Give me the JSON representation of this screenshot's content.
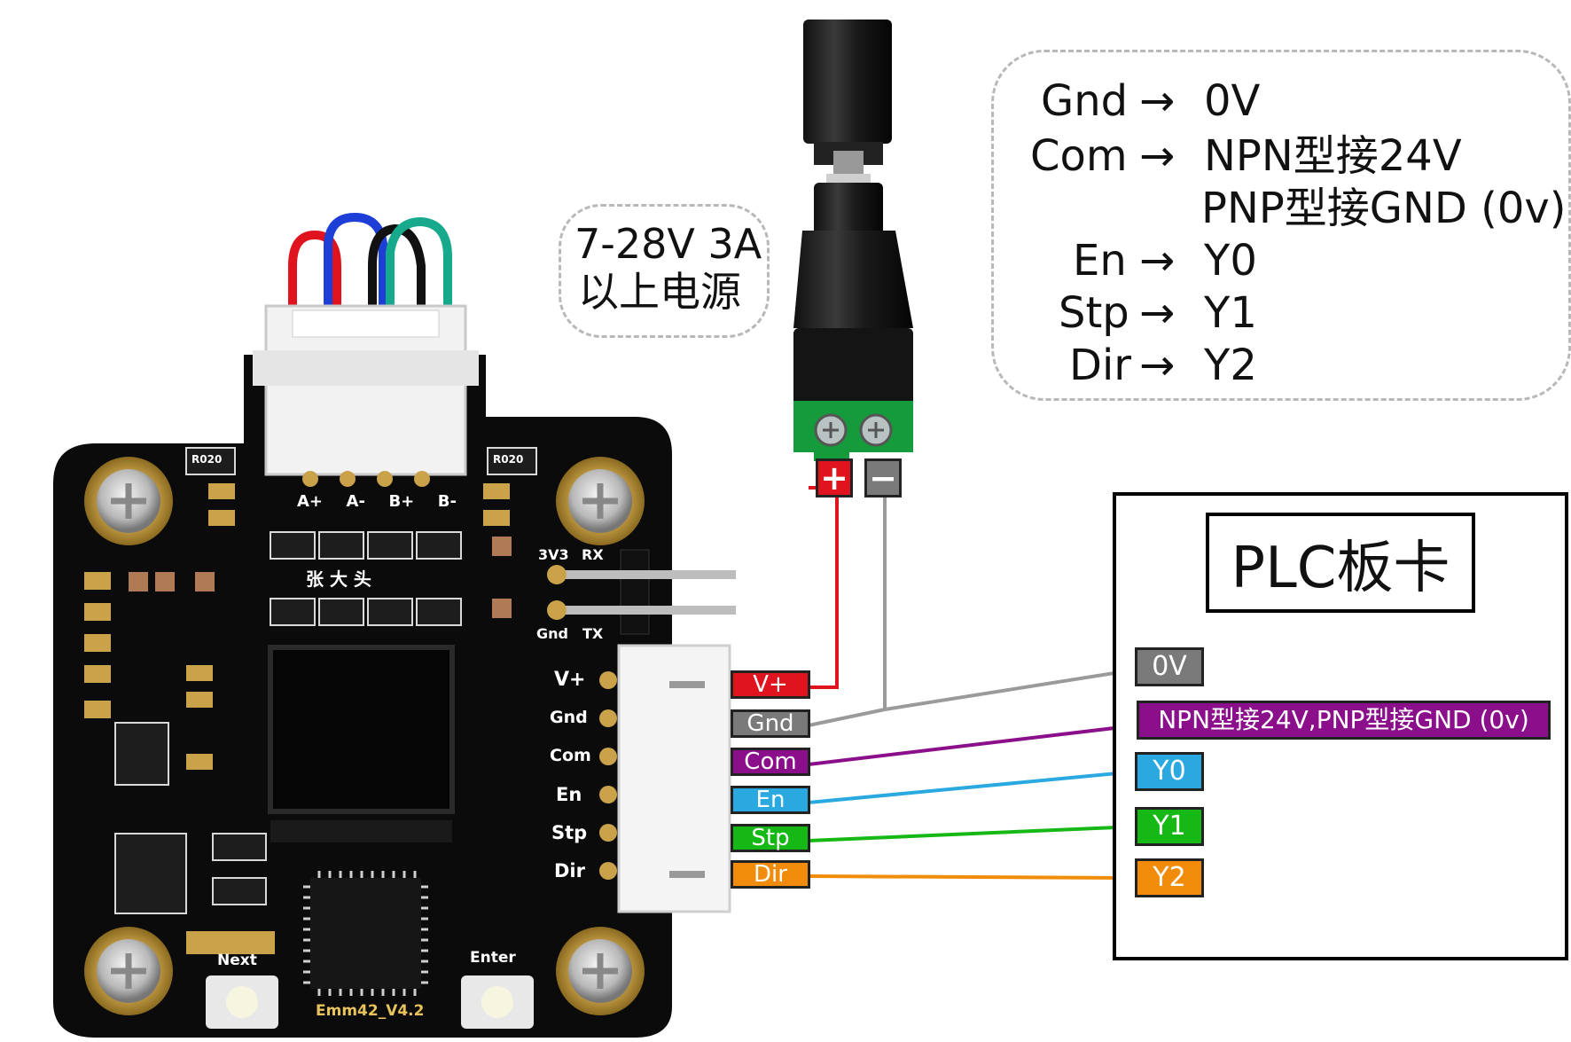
{
  "power_note": {
    "line1": "7-28V 3A",
    "line2": "以上电源"
  },
  "mapping_note": {
    "rows": [
      {
        "key": "Gnd",
        "arrow": "→",
        "value": "0V"
      },
      {
        "key": "Com",
        "arrow": "→",
        "value": "NPN型接24V"
      },
      {
        "key": "",
        "arrow": "",
        "value": "PNP型接GND (0v)"
      },
      {
        "key": "En",
        "arrow": "→",
        "value": "Y0"
      },
      {
        "key": "Stp",
        "arrow": "→",
        "value": "Y1"
      },
      {
        "key": "Dir",
        "arrow": "→",
        "value": "Y2"
      }
    ]
  },
  "plc": {
    "title": "PLC板卡",
    "terminals": [
      {
        "label": "0V",
        "color": "#7a7a7a"
      },
      {
        "label": "NPN型接24V,PNP型接GND (0v)",
        "color": "#8b0f8b"
      },
      {
        "label": "Y0",
        "color": "#2aa9e0"
      },
      {
        "label": "Y1",
        "color": "#15b815"
      },
      {
        "label": "Y2",
        "color": "#f08c0a"
      }
    ]
  },
  "driver_tags": [
    {
      "label": "V+",
      "color": "#e0141e"
    },
    {
      "label": "Gnd",
      "color": "#7a7a7a"
    },
    {
      "label": "Com",
      "color": "#8b0f8b"
    },
    {
      "label": "En",
      "color": "#2aa9e0"
    },
    {
      "label": "Stp",
      "color": "#15b815"
    },
    {
      "label": "Dir",
      "color": "#f08c0a"
    }
  ],
  "power_terminals": [
    {
      "label": "+",
      "color": "#e0141e"
    },
    {
      "label": "−",
      "color": "#7a7a7a"
    }
  ],
  "board": {
    "motor_pins": [
      "A+",
      "A-",
      "B+",
      "B-"
    ],
    "chip_text": "张 大 头",
    "header_pins": [
      "V+",
      "Gnd",
      "Com",
      "En",
      "Stp",
      "Dir"
    ],
    "uart_labels": [
      "3V3",
      "RX",
      "Gnd",
      "TX"
    ],
    "button_left": "Next",
    "button_right": "Enter",
    "model": "Emm42_V4.2",
    "resistor_labels": [
      "R020",
      "R020"
    ]
  }
}
